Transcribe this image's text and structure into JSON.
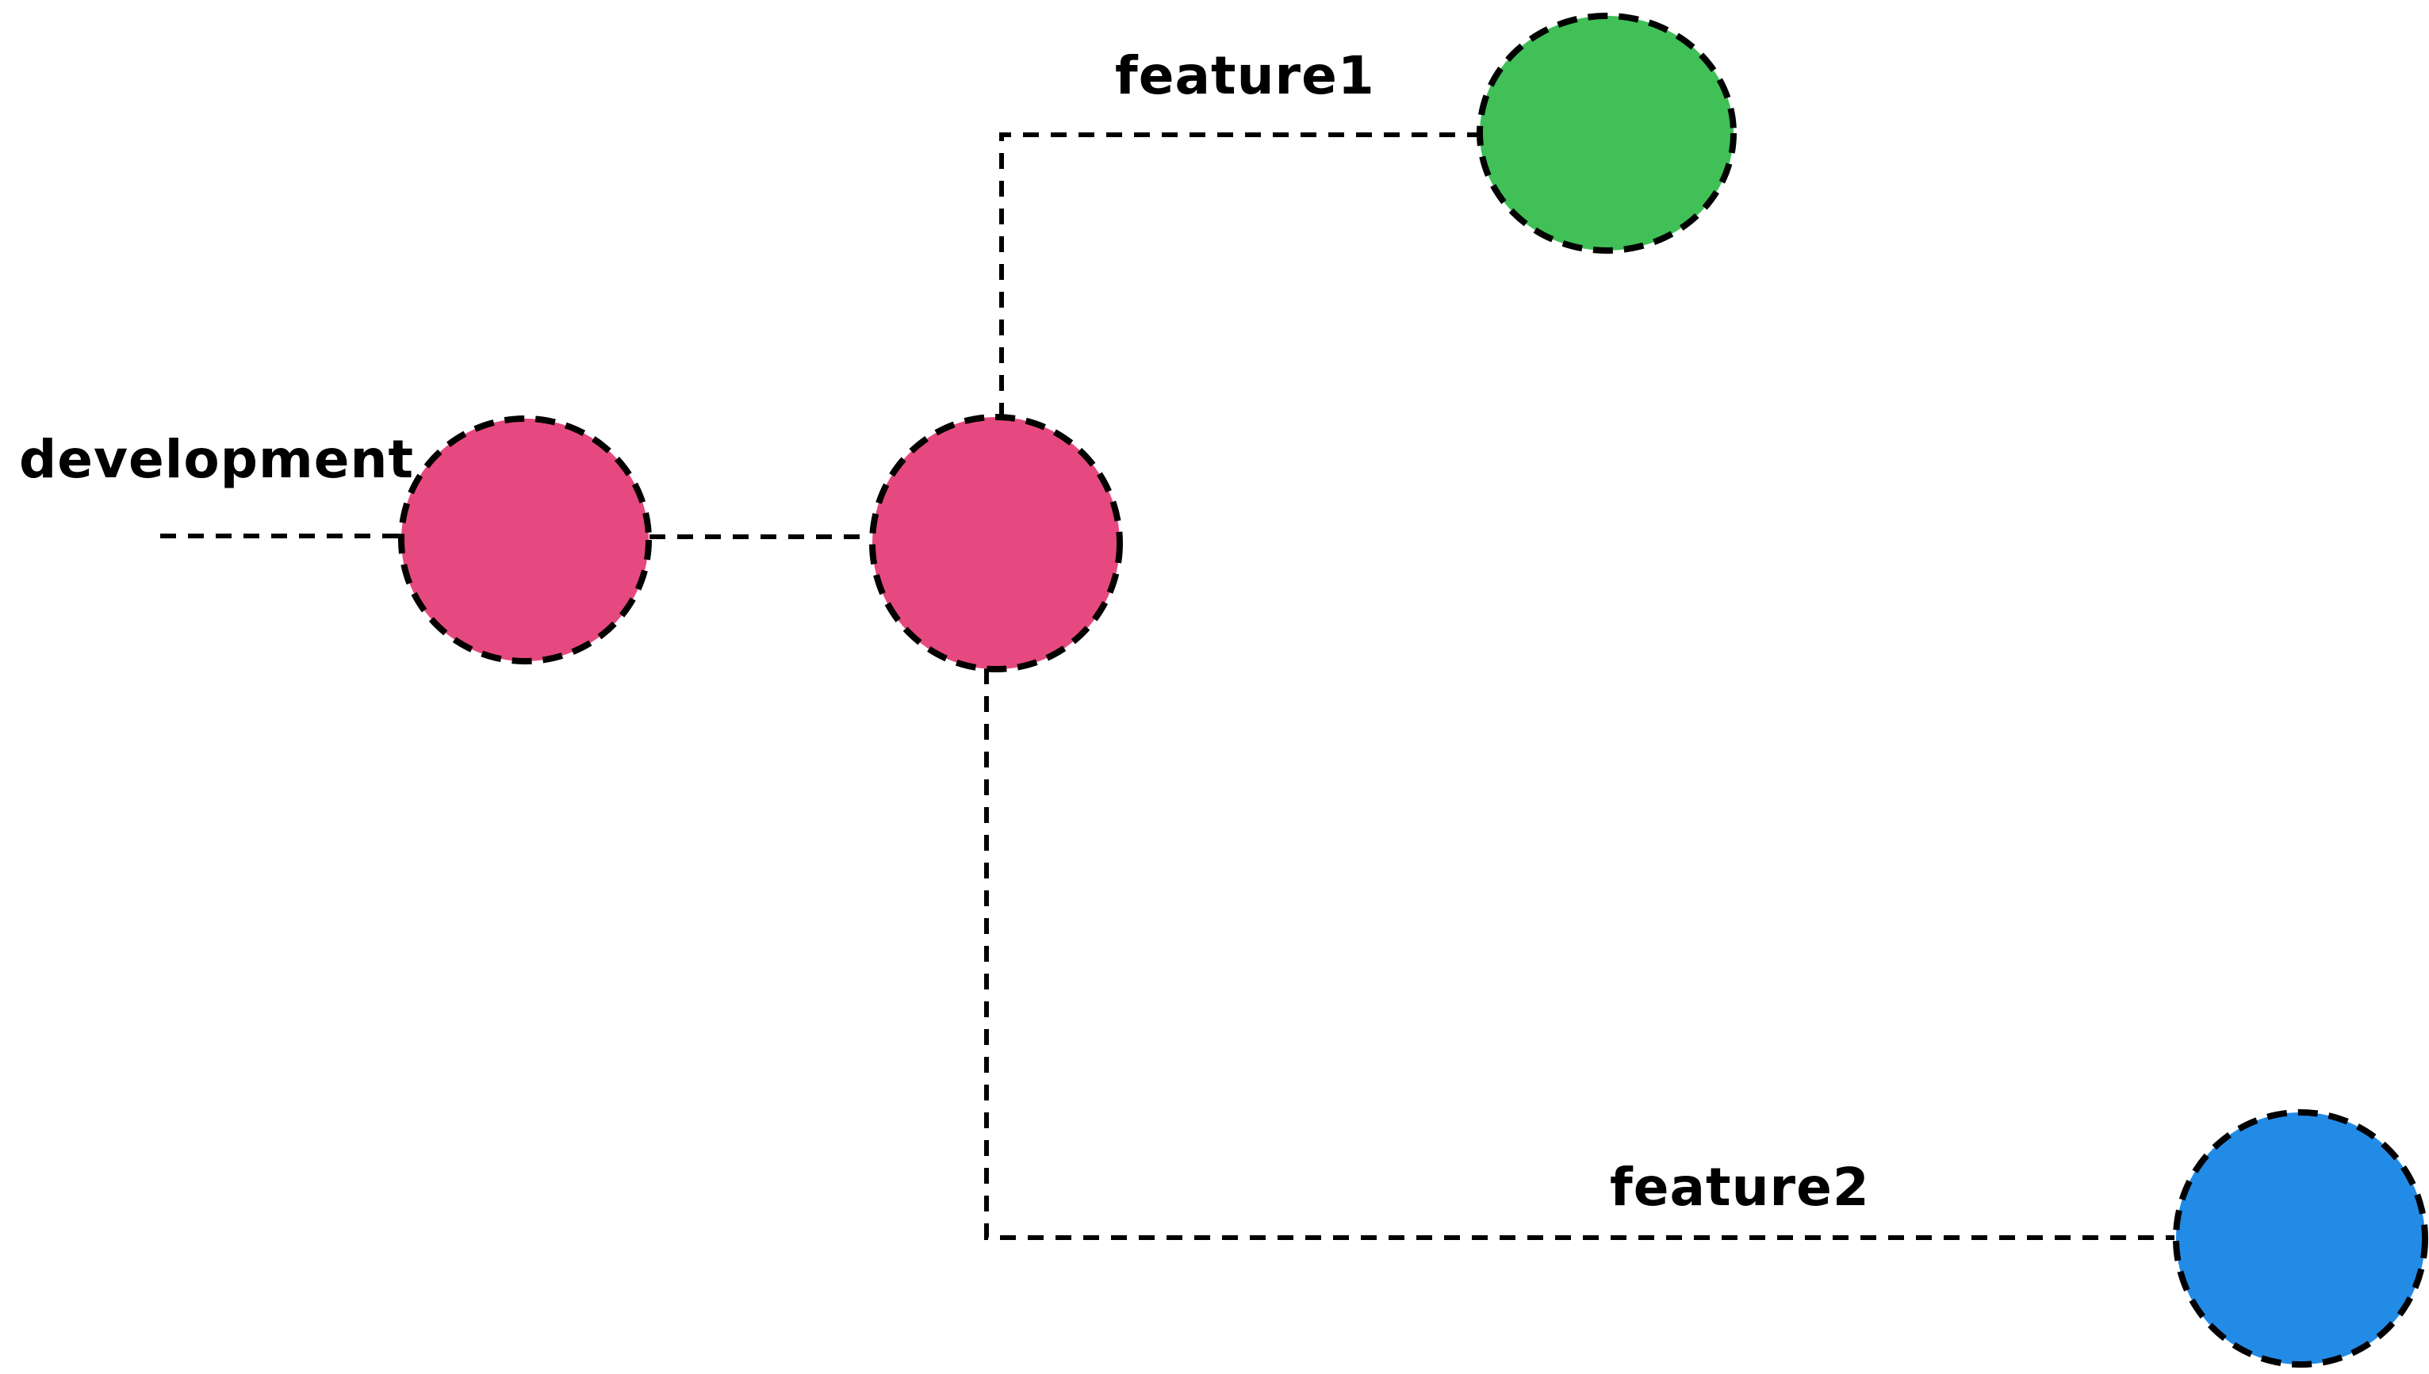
{
  "diagram": {
    "type": "git-branch-graph",
    "style": "hand-drawn",
    "background_color": "#ffffff",
    "stroke_color": "#000000",
    "label_color": "#000000",
    "branches": [
      {
        "id": "development",
        "label": "development",
        "color": "#e64980",
        "commit_count": 2
      },
      {
        "id": "feature1",
        "label": "feature1",
        "color": "#40c057",
        "commit_count": 1
      },
      {
        "id": "feature2",
        "label": "feature2",
        "color": "#228be6",
        "commit_count": 1
      }
    ],
    "nodes": [
      {
        "branch": "development",
        "index": 1,
        "color": "#e64980"
      },
      {
        "branch": "development",
        "index": 2,
        "color": "#e64980"
      },
      {
        "branch": "feature1",
        "index": 1,
        "color": "#40c057"
      },
      {
        "branch": "feature2",
        "index": 1,
        "color": "#228be6"
      }
    ]
  }
}
